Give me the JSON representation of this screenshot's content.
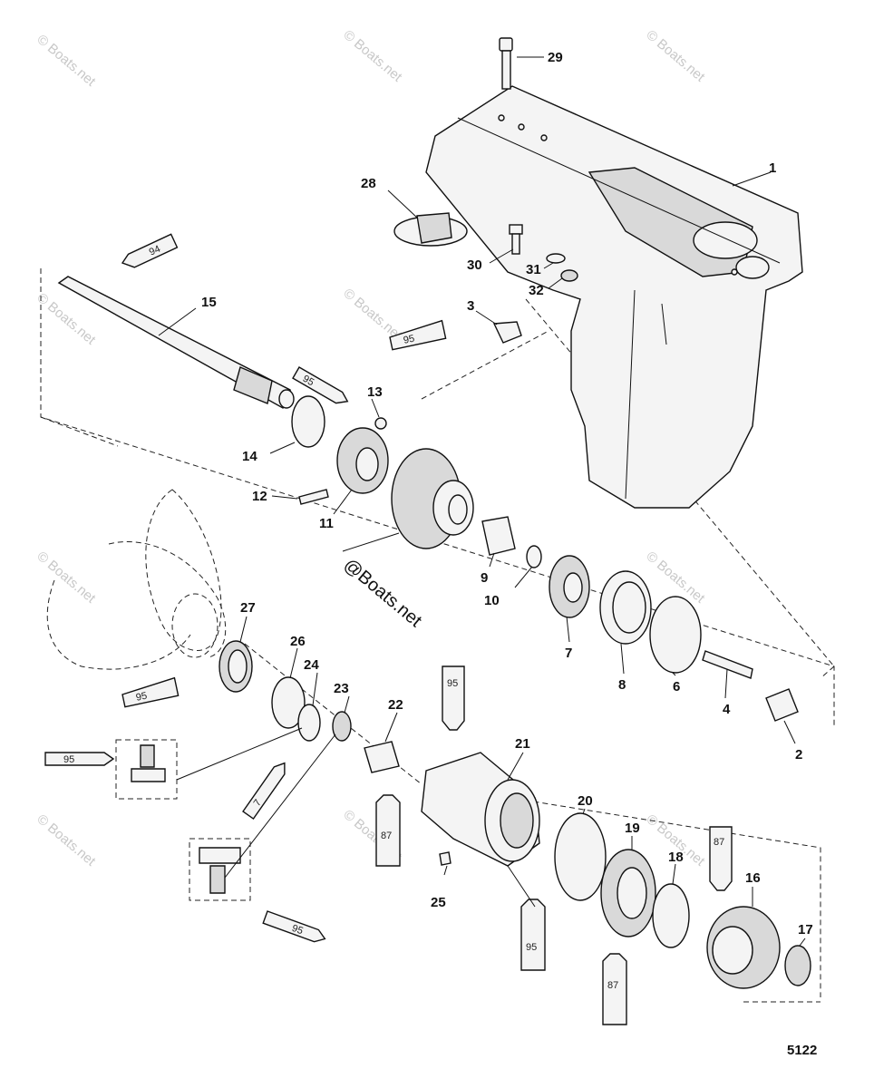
{
  "callouts": {
    "c1": "1",
    "c2": "2",
    "c3": "3",
    "c4": "4",
    "c6": "6",
    "c7": "7",
    "c8": "8",
    "c9": "9",
    "c10": "10",
    "c11": "11",
    "c12": "12",
    "c13": "13",
    "c14": "14",
    "c15": "15",
    "c16": "16",
    "c17": "17",
    "c18": "18",
    "c19": "19",
    "c20": "20",
    "c21": "21",
    "c22": "22",
    "c23": "23",
    "c24": "24",
    "c25": "25",
    "c26": "26",
    "c27": "27",
    "c28": "28",
    "c29": "29",
    "c30": "30",
    "c31": "31",
    "c32": "32"
  },
  "tubes": {
    "t94": "94",
    "t95_3": "95",
    "t95_13": "95",
    "t95_27": "95",
    "t95_box1": "95",
    "t7": "7",
    "t95_box2": "95",
    "t87_22": "87",
    "t95_21": "95",
    "t95_20": "95",
    "t87_19": "87",
    "t87_16": "87"
  },
  "watermarks": {
    "small": "© Boats.net",
    "large": "@Boats.net"
  },
  "figure_number": "5122"
}
